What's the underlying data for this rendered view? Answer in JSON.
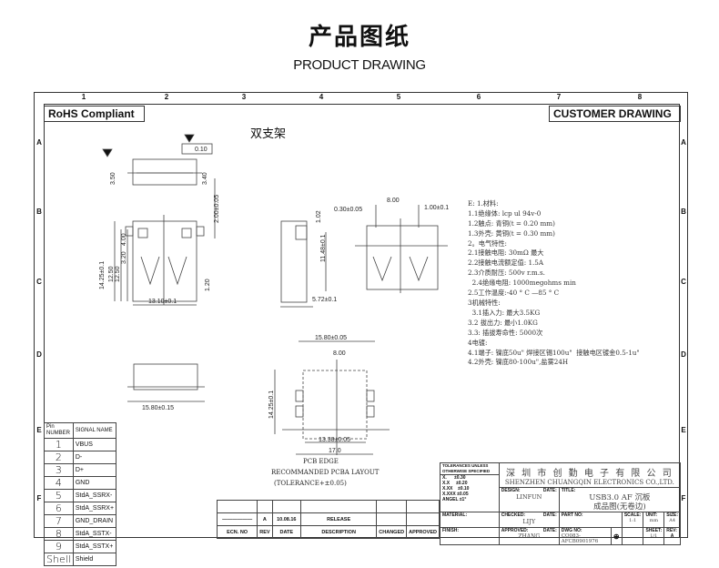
{
  "header": {
    "title_cn": "产品图纸",
    "title_en": "PRODUCT DRAWING"
  },
  "frame": {
    "columns": [
      "1",
      "2",
      "3",
      "4",
      "5",
      "6",
      "7",
      "8"
    ],
    "rows": [
      "A",
      "B",
      "C",
      "D",
      "E",
      "F"
    ]
  },
  "badges": {
    "rohs": "RoHS Compliant",
    "customer": "CUSTOMER DRAWING"
  },
  "view_label": "双支架",
  "dimensions": {
    "flatness": "0.10",
    "d350": "3.50",
    "d340": "3.40",
    "d200": "2.00±0.05",
    "d1425": "14.25±0.1",
    "d1250a": "12.50",
    "d1250b": "12.50",
    "d400": "4.00",
    "d320": "3.20",
    "d120": "1.20",
    "d1310": "13.10±0.1",
    "d1580": "15.80±0.15",
    "d030": "0.30±0.05",
    "d800": "8.00",
    "d100": "1.00±0.1",
    "d1148": "11.48±0.1",
    "d572": "5.72±0.1",
    "d102": "1.02",
    "p1580": "15.80±0.05",
    "p800": "8.00",
    "p1425": "14.25±0.1",
    "p1338": "13.38±0.05",
    "p170": "17.0",
    "pcb_edge": "PCB EDGE",
    "pcb_layout": "RECOMMANDED PCBA LAYOUT",
    "pcb_tol": "(TOLERANCE+±0.05)"
  },
  "notes": [
    "E: 1.材料:",
    "1.1绝缘体: lcp ul 94v-0",
    "1.2触点: 青铜(t = 0.20 mm)",
    "1.3外壳: 黄铜(t = 0.30 mm)",
    "2。电气特性:",
    "2.1接触电阻: 30mΩ 最大",
    "2.2接触电流额定值: 1.5A",
    "2.3介质耐压: 500v r.m.s.",
    "  2.4绝缘电阻: 1000megohms min",
    "2.5工作温度:-40 ° C —85 ° C",
    "3机械特性:",
    "  3.1插入力: 最大3.5KG",
    "3.2 拔出力: 最小1.0KG",
    "3.3: 插拔寿命性: 5000次",
    "4电镀:",
    "4.1端子: 镍底50u\" 焊接区锡100u\"  接触电区镀金0.5-1u\"",
    "4.2外壳: 镍底80-100u\",盐雾24H"
  ],
  "pin_table": {
    "headers": [
      "Pin NUMBER",
      "SIGNAL NAME"
    ],
    "rows": [
      [
        "1",
        "VBUS"
      ],
      [
        "2",
        "D-"
      ],
      [
        "3",
        "D+"
      ],
      [
        "4",
        "GND"
      ],
      [
        "5",
        "StdA_SSRX-"
      ],
      [
        "6",
        "StdA_SSRX+"
      ],
      [
        "7",
        "GND_DRAIN"
      ],
      [
        "8",
        "StdA_SSTX-"
      ],
      [
        "9",
        "StdA_SSTX+"
      ],
      [
        "Shell",
        "Shield"
      ]
    ]
  },
  "revision": {
    "rev": "A",
    "date": "10.08.16",
    "description": "RELEASE",
    "headers": [
      "ECN. NO",
      "REV",
      "DATE",
      "DESCRIPTION",
      "CHANGED",
      "APPROVED"
    ]
  },
  "title_block": {
    "tolerances_title": "TOLERANCES UNLESS OTHERWISE SPECIFIED",
    "tolerances": [
      "X.      ±0.30",
      "X.X     ±0.20",
      "X.XX    ±0.10",
      "X.XXX ±0.05",
      "ANGEL ±1°"
    ],
    "company_cn": "深 圳 市 创 勤 电 子 有 限 公 司",
    "company_en": "SHENZHEN CHUANGQIN ELECTRONICS CO.,LTD.",
    "material_label": "MATERIAL:",
    "finish_label": "FINISH:",
    "design_label": "DESIGN:",
    "designer": "LINFUN",
    "checked_label": "CHECKED:",
    "checker": "LIJY",
    "approved_label": "APPROVED:",
    "approver": "ZHANG",
    "date_label": "DATE:",
    "title_label": "TITLE:",
    "title_1": "USB3.0 AF 沉板",
    "title_2": "成品图(无卷边)",
    "part_no_label": "PART NO:",
    "scale_label": "SCALE:",
    "scale": "1:1",
    "unit_label": "UNIT:",
    "unit": "mm",
    "size_label": "SIZE:",
    "size": "A4",
    "dwg_no_label": "DWG NO:",
    "dwg_no": "CQ083-AFCB0901976",
    "sheet_label": "SHEET:",
    "sheet": "1/1",
    "rev_label": "REV:",
    "rev": "A"
  }
}
